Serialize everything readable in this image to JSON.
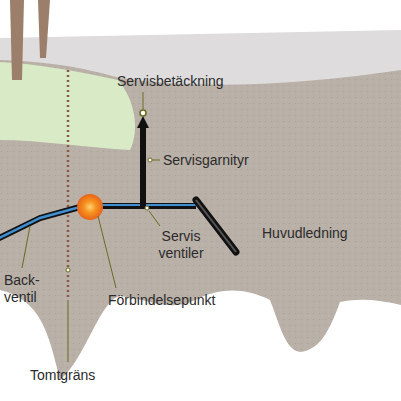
{
  "diagram": {
    "labels": [
      "Servisbetäckning",
      "Servisgarnityr",
      "Huvudledning",
      "Servis ventiler",
      "Back- ventil",
      "Förbindelsepunkt",
      "Tomtgräns"
    ]
  }
}
